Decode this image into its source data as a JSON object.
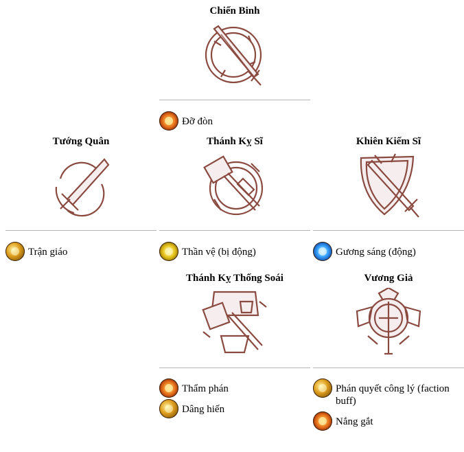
{
  "nodes": {
    "chien_binh": {
      "name": "Chiến Binh"
    },
    "tuong_quan": {
      "name": "Tướng Quân"
    },
    "thanh_ky_si": {
      "name": "Thánh Kỵ Sĩ"
    },
    "khien_kiem_si": {
      "name": "Khiên Kiếm Sĩ"
    },
    "thanh_ky_thong_soai": {
      "name": "Thánh Kỵ Thống Soái"
    },
    "vuong_gia": {
      "name": "Vương Giả"
    }
  },
  "skills": {
    "do_don": {
      "label": "Đỡ đòn",
      "icon": "shield-fire-icon"
    },
    "tran_giao": {
      "label": "Trận giáo",
      "icon": "spear-icon"
    },
    "than_ve": {
      "label": "Thần vệ (bị động)",
      "icon": "guardian-icon"
    },
    "guong_sang": {
      "label": "Gương sáng (động)",
      "icon": "mirror-icon"
    },
    "tham_phan": {
      "label": "Thẩm phán",
      "icon": "judgement-icon"
    },
    "dang_hien": {
      "label": "Dâng hiến",
      "icon": "consecrate-icon"
    },
    "phan_quyet": {
      "label": "Phán quyết công lý (faction buff)",
      "icon": "verdict-icon"
    },
    "nang_gat": {
      "label": "Nắng gắt",
      "icon": "sunburst-icon"
    }
  },
  "colors": {
    "emblem": "#8a4a40",
    "divider": "#b3b3b3"
  }
}
